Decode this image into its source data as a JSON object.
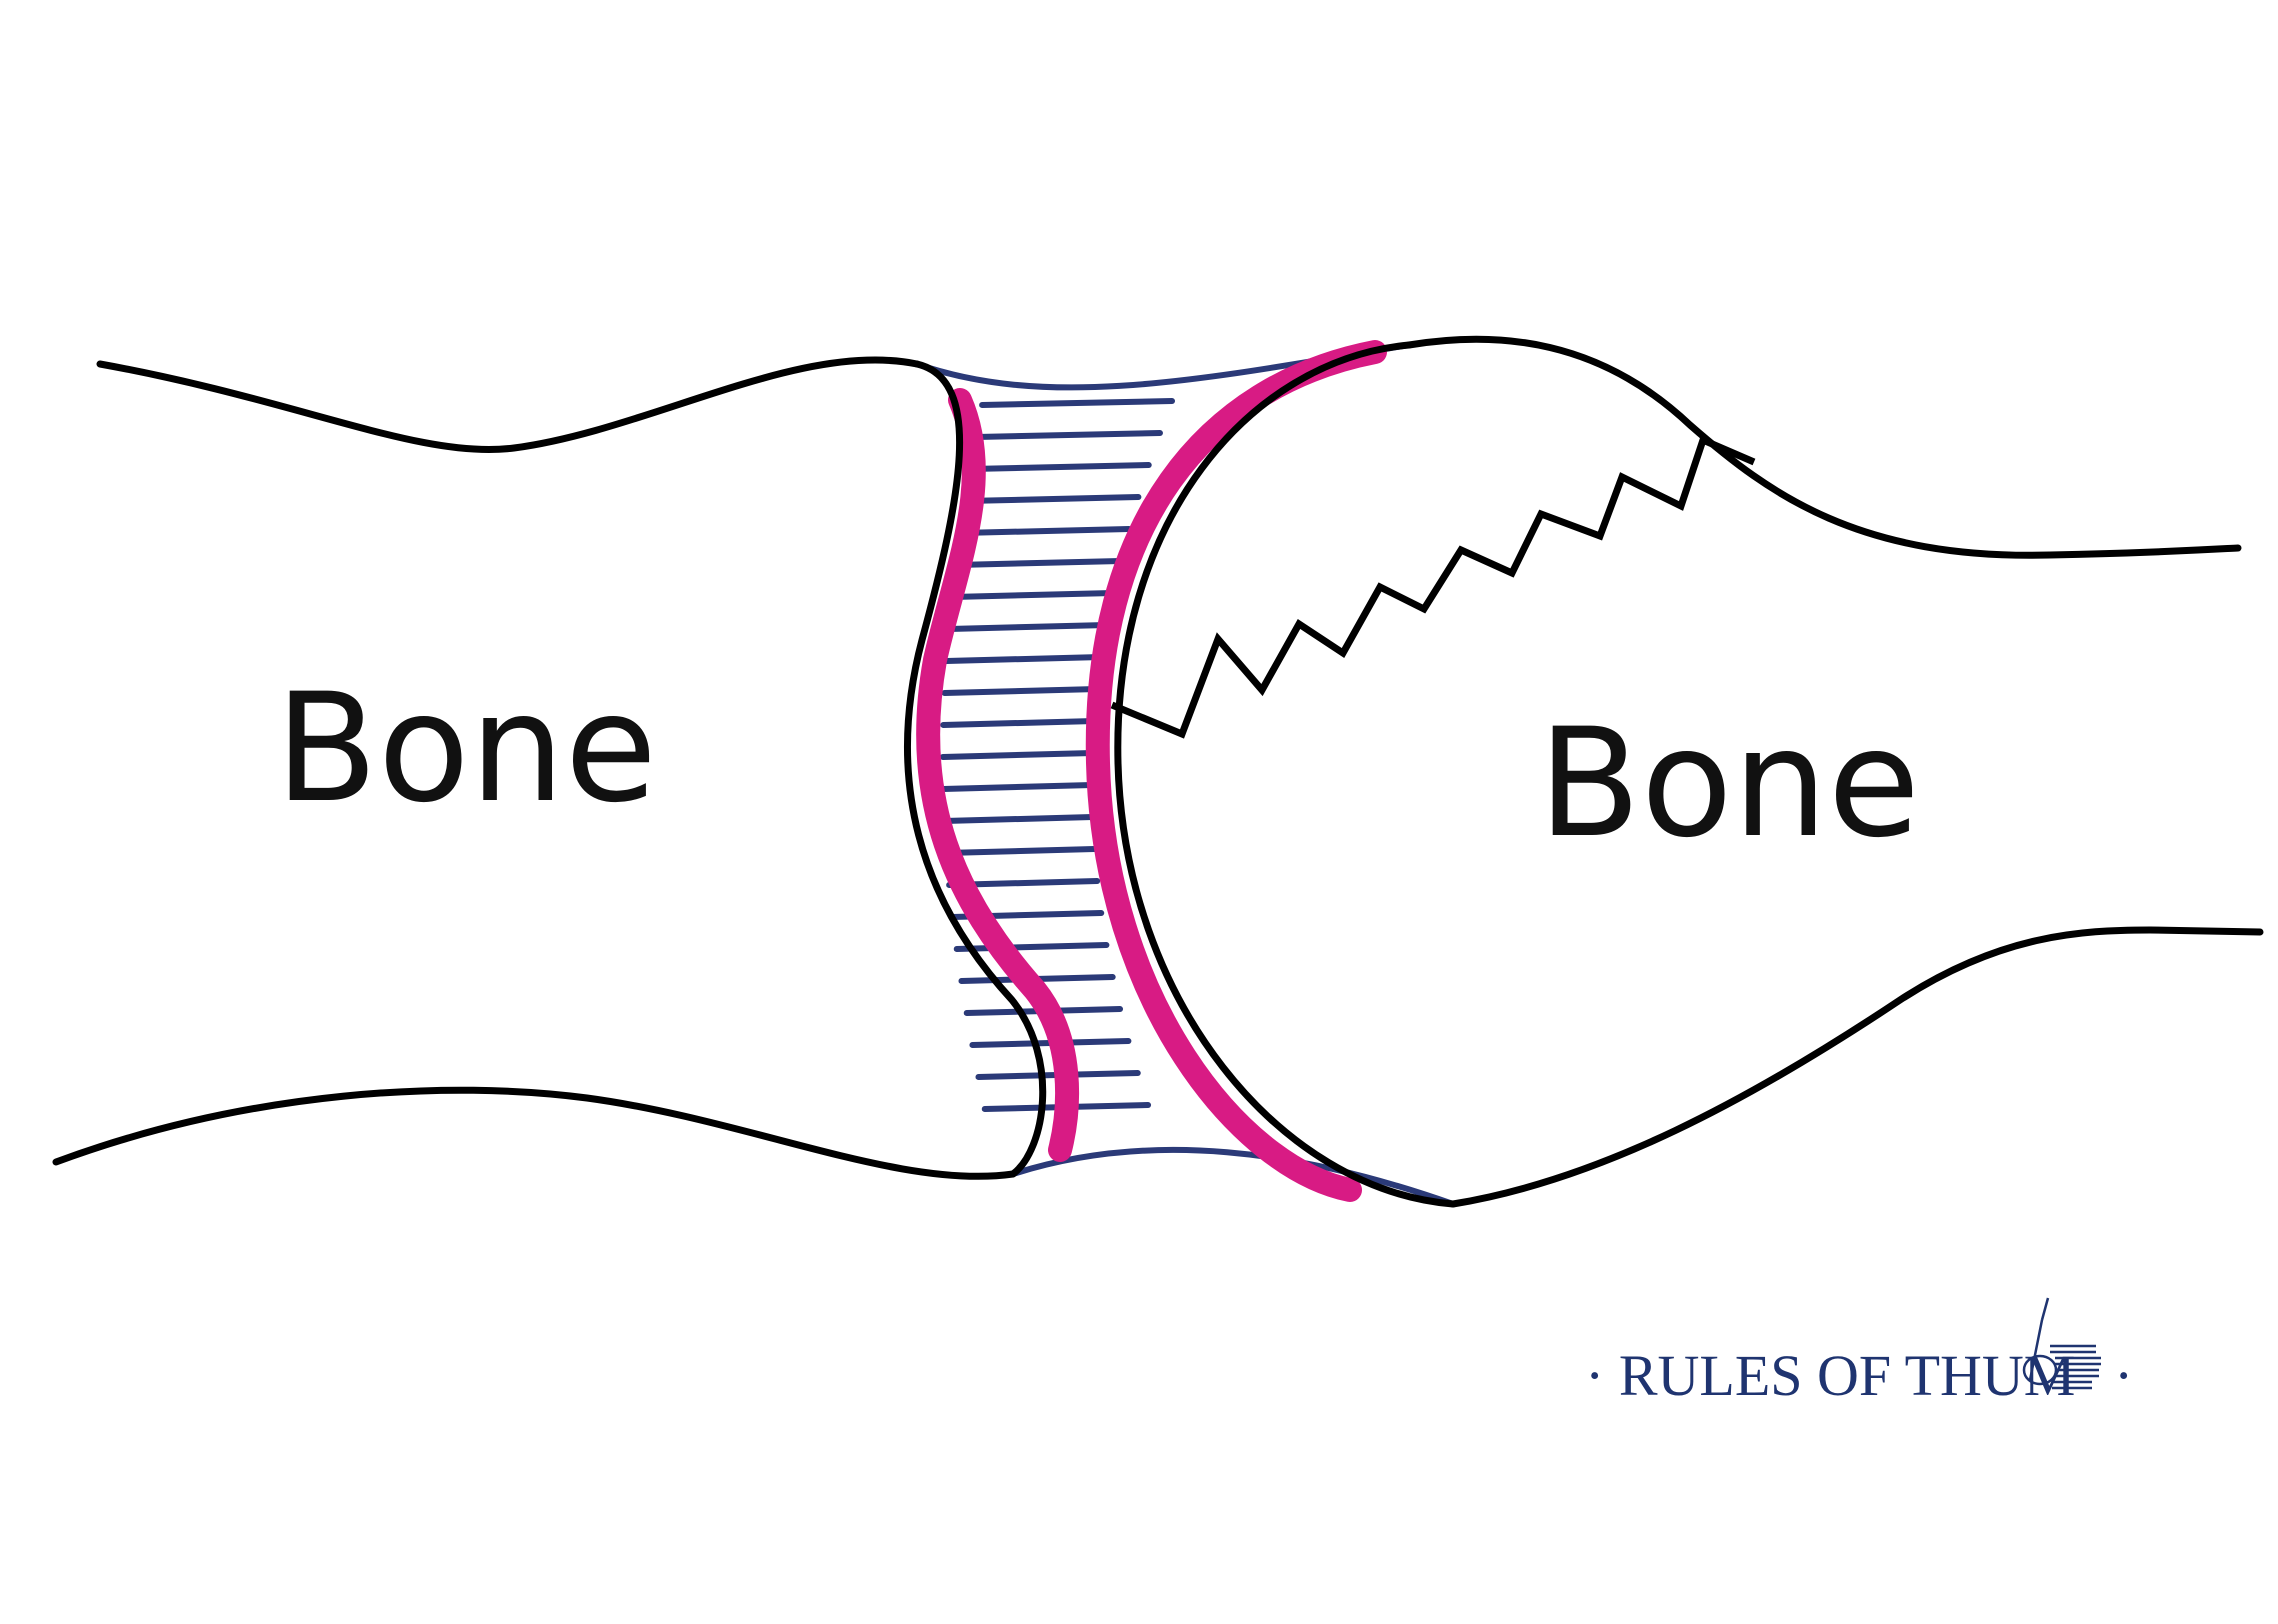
{
  "labels": {
    "left_bone": "Bone",
    "right_bone": "Bone"
  },
  "logo": {
    "text": "· RULES OF THUM",
    "trailing_dot": "·"
  },
  "colors": {
    "outline": "#000000",
    "cartilage": "#d81b84",
    "ligament": "#2b3a78",
    "logo": "#1f3470"
  }
}
